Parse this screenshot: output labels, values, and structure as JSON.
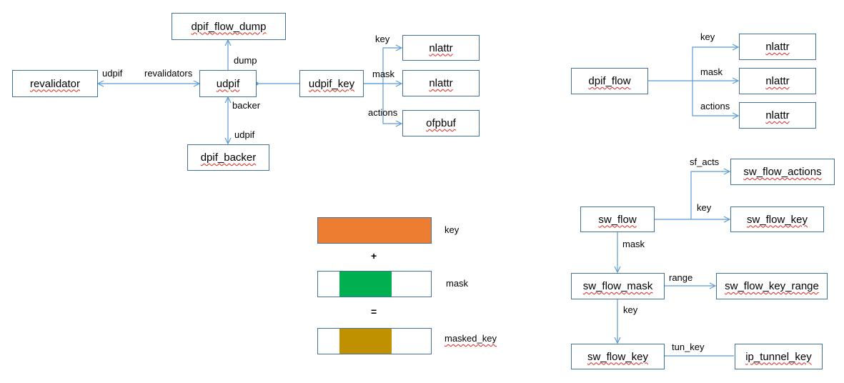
{
  "nodes": {
    "revalidator": "revalidator",
    "udpif": "udpif",
    "dpif_flow_dump": "dpif_flow_dump",
    "dpif_backer": "dpif_backer",
    "udpif_key": "udpif_key",
    "nlattr_key": "nlattr",
    "nlattr_mask": "nlattr",
    "ofpbuf": "ofpbuf",
    "dpif_flow": "dpif_flow",
    "dpif_nlattr_key": "nlattr",
    "dpif_nlattr_mask": "nlattr",
    "dpif_nlattr_actions": "nlattr",
    "sw_flow": "sw_flow",
    "sw_flow_actions": "sw_flow_actions",
    "sw_flow_key_top": "sw_flow_key",
    "sw_flow_mask": "sw_flow_mask",
    "sw_flow_key_range": "sw_flow_key_range",
    "sw_flow_key_bottom": "sw_flow_key",
    "ip_tunnel_key": "ip_tunnel_key"
  },
  "edges": {
    "udpif_from_rev": "udpif",
    "revalidators": "revalidators",
    "dump": "dump",
    "backer": "backer",
    "udpif_from_backer": "udpif",
    "key": "key",
    "mask": "mask",
    "actions": "actions",
    "dpif_key": "key",
    "dpif_mask": "mask",
    "dpif_actions": "actions",
    "sf_acts": "sf_acts",
    "sw_key": "key",
    "sw_mask": "mask",
    "range": "range",
    "mask_key": "key",
    "tun_key": "tun_key"
  },
  "legend": {
    "key_label": "key",
    "plus": "+",
    "mask_label": "mask",
    "equals": "=",
    "masked_key_label": "masked_key",
    "colors": {
      "key": "#ed7d31",
      "mask": "#00b050",
      "masked_key": "#bf9000"
    }
  },
  "colors": {
    "border": "#41719c",
    "arrow": "#5b9bd5"
  }
}
